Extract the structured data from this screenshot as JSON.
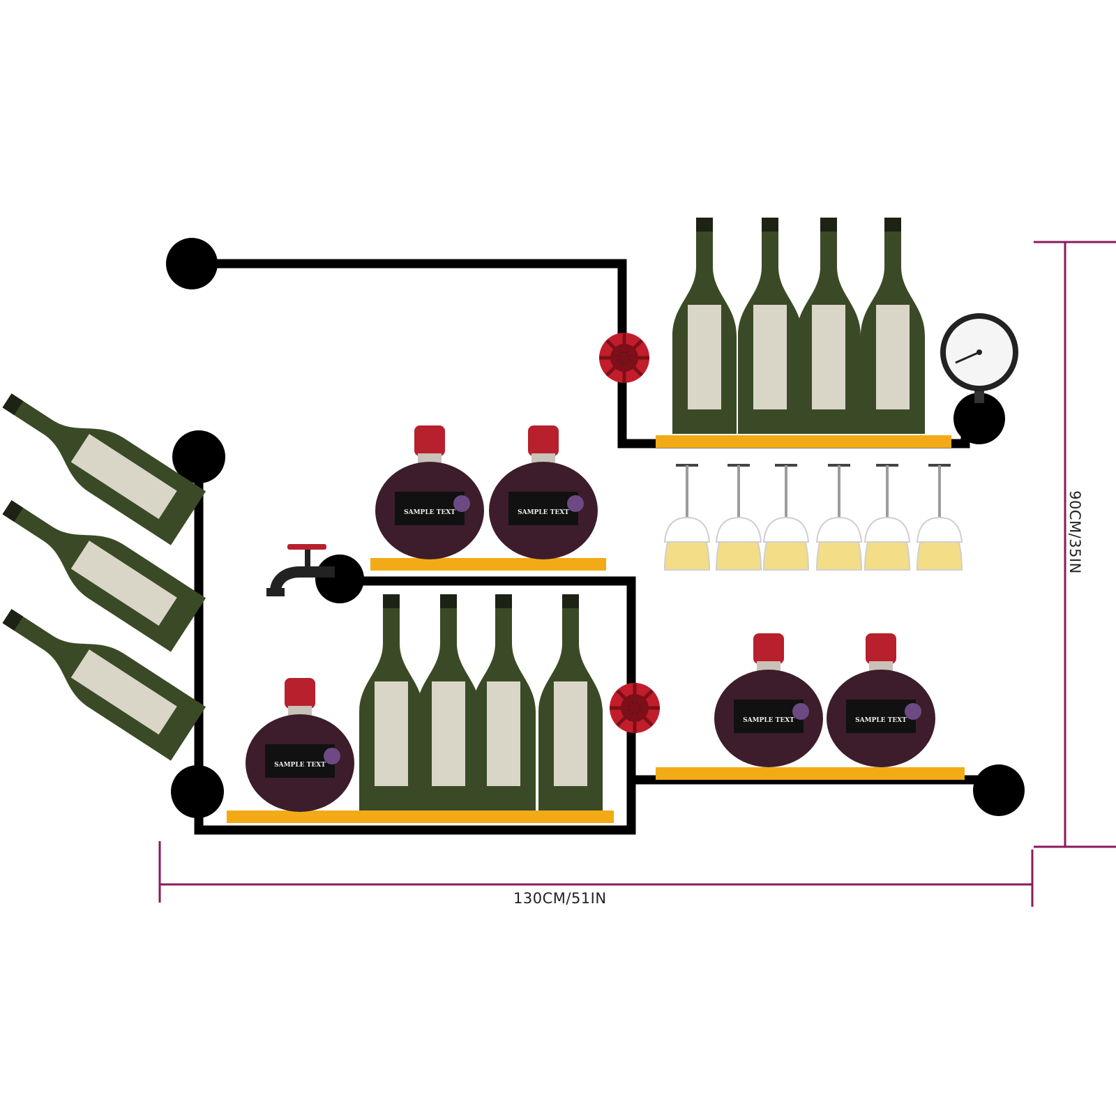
{
  "dimensions": {
    "width_label": "130CM/51IN",
    "height_label": "90CM/35IN"
  },
  "bottle_labels": {
    "brand": "SAMPLE TEXT"
  },
  "colors": {
    "pipe": "#000000",
    "shelf_board": "#f2ab16",
    "dimension_line": "#8a1a5a",
    "wine_bottle": "#3b4a26",
    "bottle_label": "#d9d6c8",
    "round_bottle": "#3d1d2b",
    "bottle_cap": "#b7202c",
    "valve_wheel": "#c21d2b",
    "wine_glass_fill": "#f3dd86"
  },
  "icons": [
    "wine-bottle-icon",
    "round-bottle-icon",
    "wine-glass-icon",
    "valve-wheel-icon",
    "pressure-gauge-icon",
    "faucet-icon"
  ]
}
